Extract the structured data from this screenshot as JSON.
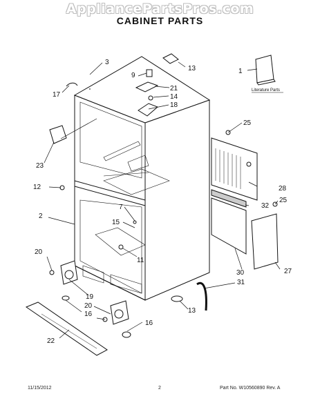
{
  "watermark": "AppliancePartsPros.com",
  "title": "CABINET PARTS",
  "literature_label": "Literature Parts",
  "callouts": {
    "c1": "1",
    "c2": "2",
    "c3": "3",
    "c7": "7",
    "c9": "9",
    "c11": "11",
    "c12": "12",
    "c13a": "13",
    "c13b": "13",
    "c14": "14",
    "c15": "15",
    "c16a": "16",
    "c16b": "16",
    "c17": "17",
    "c18": "18",
    "c19": "19",
    "c20a": "20",
    "c20b": "20",
    "c21": "21",
    "c22": "22",
    "c23": "23",
    "c25a": "25",
    "c25b": "25",
    "c27": "27",
    "c28": "28",
    "c30": "30",
    "c31": "31",
    "c32": "32"
  },
  "footer": {
    "date": "11/15/2012",
    "page": "2",
    "part_no": "Part No. W10560890  Rev. A"
  }
}
